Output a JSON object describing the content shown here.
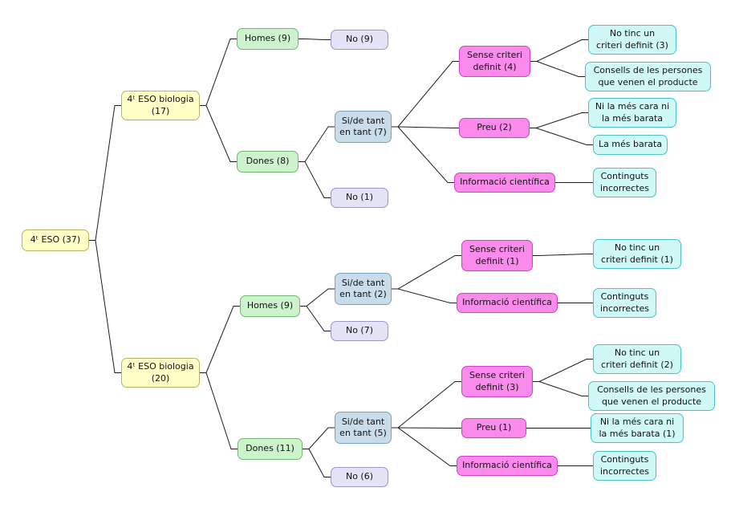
{
  "diagram": {
    "title": "Tree diagram: 4t ESO survey results",
    "background": "#ffffff",
    "connector_color": "#1c1c1c"
  },
  "palette": {
    "yellow": {
      "fill": "#FFFFC8",
      "border": "#B8B268"
    },
    "green": {
      "fill": "#CDF3CD",
      "border": "#6FB874"
    },
    "lavender": {
      "fill": "#E3E3F5",
      "border": "#9896C8"
    },
    "blue": {
      "fill": "#C8DCEA",
      "border": "#7AA4C2"
    },
    "magenta": {
      "fill": "#FA8AEC",
      "border": "#D53EC7"
    },
    "cyan": {
      "fill": "#CFF8F7",
      "border": "#4CC2C8"
    }
  },
  "nodes": {
    "root": {
      "label": "4ᵗ ESO (37)"
    },
    "bio17": {
      "label": "4ᵗ ESO biologia\n(17)"
    },
    "bio20": {
      "label": "4ᵗ ESO biologia\n(20)"
    },
    "homes17": {
      "label": "Homes (9)"
    },
    "dones17": {
      "label": "Dones (8)"
    },
    "homes20": {
      "label": "Homes (9)"
    },
    "dones20": {
      "label": "Dones (11)"
    },
    "no9": {
      "label": "No (9)"
    },
    "sidetant7": {
      "label": "Si/de tant\nen tant (7)"
    },
    "no1": {
      "label": "No (1)"
    },
    "sidetant2": {
      "label": "Si/de tant\nen tant (2)"
    },
    "no7": {
      "label": "No (7)"
    },
    "sidetant5": {
      "label": "Si/de tant\nen tant (5)"
    },
    "no6": {
      "label": "No (6)"
    },
    "sense4": {
      "label": "Sense criteri\ndefinit (4)"
    },
    "preu2": {
      "label": "Preu (2)"
    },
    "info17": {
      "label": "Informació científica"
    },
    "sense1": {
      "label": "Sense criteri\ndefinit (1)"
    },
    "info2": {
      "label": "Informació científica"
    },
    "sense3": {
      "label": "Sense criteri\ndefinit (3)"
    },
    "preu1": {
      "label": "Preu (1)"
    },
    "info5": {
      "label": "Informació científica"
    },
    "notinc3": {
      "label": "No tinc un\ncriteri definit (3)"
    },
    "consells17": {
      "label": "Consells de les persones\nque venen el producte"
    },
    "nicara17": {
      "label": "Ni la més cara ni\nla més barata"
    },
    "mesbarata": {
      "label": "La més barata"
    },
    "continguts17": {
      "label": "Continguts\nincorrectes"
    },
    "notinc1": {
      "label": "No tinc un\ncriteri definit (1)"
    },
    "continguts2": {
      "label": "Continguts\nincorrectes"
    },
    "notinc2": {
      "label": "No tinc un\ncriteri definit (2)"
    },
    "consells5": {
      "label": "Consells de les persones\nque venen el producte"
    },
    "nicara1": {
      "label": "Ni la més cara ni\nla més barata (1)"
    },
    "continguts5": {
      "label": "Continguts\nincorrectes"
    }
  },
  "edges": [
    [
      "root",
      "bio17"
    ],
    [
      "root",
      "bio20"
    ],
    [
      "bio17",
      "homes17"
    ],
    [
      "bio17",
      "dones17"
    ],
    [
      "homes17",
      "no9"
    ],
    [
      "dones17",
      "sidetant7"
    ],
    [
      "dones17",
      "no1"
    ],
    [
      "sidetant7",
      "sense4"
    ],
    [
      "sidetant7",
      "preu2"
    ],
    [
      "sidetant7",
      "info17"
    ],
    [
      "sense4",
      "notinc3"
    ],
    [
      "sense4",
      "consells17"
    ],
    [
      "preu2",
      "nicara17"
    ],
    [
      "preu2",
      "mesbarata"
    ],
    [
      "info17",
      "continguts17"
    ],
    [
      "bio20",
      "homes20"
    ],
    [
      "bio20",
      "dones20"
    ],
    [
      "homes20",
      "sidetant2"
    ],
    [
      "homes20",
      "no7"
    ],
    [
      "sidetant2",
      "sense1"
    ],
    [
      "sidetant2",
      "info2"
    ],
    [
      "sense1",
      "notinc1"
    ],
    [
      "info2",
      "continguts2"
    ],
    [
      "dones20",
      "sidetant5"
    ],
    [
      "dones20",
      "no6"
    ],
    [
      "sidetant5",
      "sense3"
    ],
    [
      "sidetant5",
      "preu1"
    ],
    [
      "sidetant5",
      "info5"
    ],
    [
      "sense3",
      "notinc2"
    ],
    [
      "sense3",
      "consells5"
    ],
    [
      "preu1",
      "nicara1"
    ],
    [
      "info5",
      "continguts5"
    ]
  ]
}
